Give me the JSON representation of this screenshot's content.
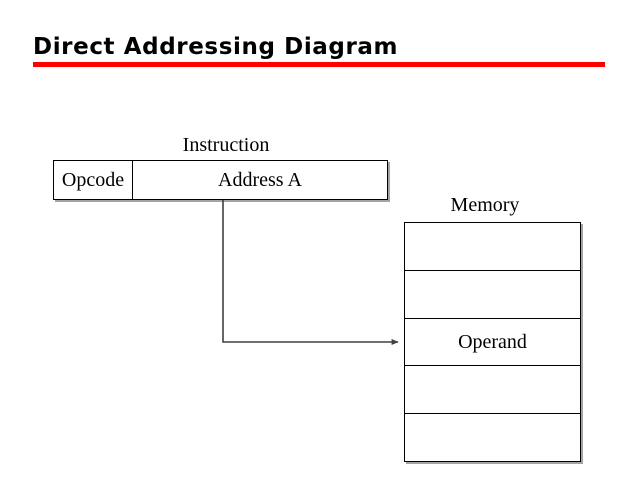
{
  "slide": {
    "title": "Direct Addressing Diagram",
    "accent_color": "#FF0000",
    "background_color": "#FFFFFF",
    "line_color": "#000000"
  },
  "instruction": {
    "label": "Instruction",
    "fields": [
      {
        "name": "opcode",
        "text": "Opcode"
      },
      {
        "name": "address",
        "text": "Address A"
      }
    ]
  },
  "memory": {
    "label": "Memory",
    "rows": [
      {
        "text": ""
      },
      {
        "text": ""
      },
      {
        "text": "Operand"
      },
      {
        "text": ""
      },
      {
        "text": ""
      }
    ]
  },
  "connector": {
    "name": "address-to-operand-arrow",
    "from": "Address A",
    "to": "Operand"
  }
}
